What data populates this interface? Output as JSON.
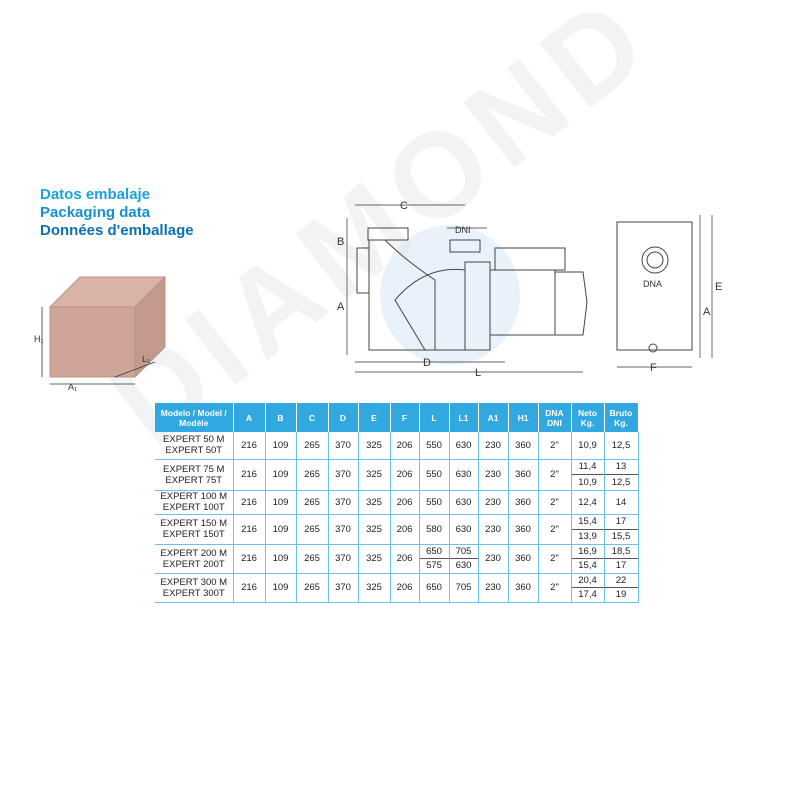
{
  "heading": [
    "Datos embalaje",
    "Packaging data",
    "Données d'emballage"
  ],
  "box_labels": {
    "h1": "H₁",
    "l1": "L₁",
    "a1": "A₁"
  },
  "diagram_labels": {
    "a": "A",
    "b": "B",
    "c": "C",
    "d": "D",
    "e": "E",
    "f": "F",
    "l": "L",
    "dni": "DNI",
    "dna": "DNA"
  },
  "table": {
    "headers": [
      "Modelo / Model / Modèle",
      "A",
      "B",
      "C",
      "D",
      "E",
      "F",
      "L",
      "L1",
      "A1",
      "H1",
      "DNA DNI",
      "Neto Kg.",
      "Bruto Kg."
    ],
    "rows": [
      {
        "models": [
          "EXPERT 50 M",
          "EXPERT 50T"
        ],
        "A": "216",
        "B": "109",
        "C": "265",
        "D": "370",
        "E": "325",
        "F": "206",
        "L": [
          "550"
        ],
        "L1": [
          "630"
        ],
        "A1": "230",
        "H1": "360",
        "DNA": "2\"",
        "neto": [
          "10,9"
        ],
        "bruto": [
          "12,5"
        ]
      },
      {
        "models": [
          "EXPERT 75 M",
          "EXPERT 75T"
        ],
        "A": "216",
        "B": "109",
        "C": "265",
        "D": "370",
        "E": "325",
        "F": "206",
        "L": [
          "550"
        ],
        "L1": [
          "630"
        ],
        "A1": "230",
        "H1": "360",
        "DNA": "2\"",
        "neto": [
          "11,4",
          "10,9"
        ],
        "bruto": [
          "13",
          "12,5"
        ]
      },
      {
        "models": [
          "EXPERT 100 M",
          "EXPERT 100T"
        ],
        "A": "216",
        "B": "109",
        "C": "265",
        "D": "370",
        "E": "325",
        "F": "206",
        "L": [
          "550"
        ],
        "L1": [
          "630"
        ],
        "A1": "230",
        "H1": "360",
        "DNA": "2\"",
        "neto": [
          "12,4"
        ],
        "bruto": [
          "14"
        ]
      },
      {
        "models": [
          "EXPERT 150 M",
          "EXPERT 150T"
        ],
        "A": "216",
        "B": "109",
        "C": "265",
        "D": "370",
        "E": "325",
        "F": "206",
        "L": [
          "580"
        ],
        "L1": [
          "630"
        ],
        "A1": "230",
        "H1": "360",
        "DNA": "2\"",
        "neto": [
          "15,4",
          "13,9"
        ],
        "bruto": [
          "17",
          "15,5"
        ]
      },
      {
        "models": [
          "EXPERT 200 M",
          "EXPERT 200T"
        ],
        "A": "216",
        "B": "109",
        "C": "265",
        "D": "370",
        "E": "325",
        "F": "206",
        "L": [
          "650",
          "575"
        ],
        "L1": [
          "705",
          "630"
        ],
        "A1": "230",
        "H1": "360",
        "DNA": "2\"",
        "neto": [
          "16,9",
          "15,4"
        ],
        "bruto": [
          "18,5",
          "17"
        ]
      },
      {
        "models": [
          "EXPERT 300 M",
          "EXPERT 300T"
        ],
        "A": "216",
        "B": "109",
        "C": "265",
        "D": "370",
        "E": "325",
        "F": "206",
        "L": [
          "650"
        ],
        "L1": [
          "705"
        ],
        "A1": "230",
        "H1": "360",
        "DNA": "2\"",
        "neto": [
          "20,4",
          "17,4"
        ],
        "bruto": [
          "22",
          "19"
        ]
      }
    ]
  }
}
